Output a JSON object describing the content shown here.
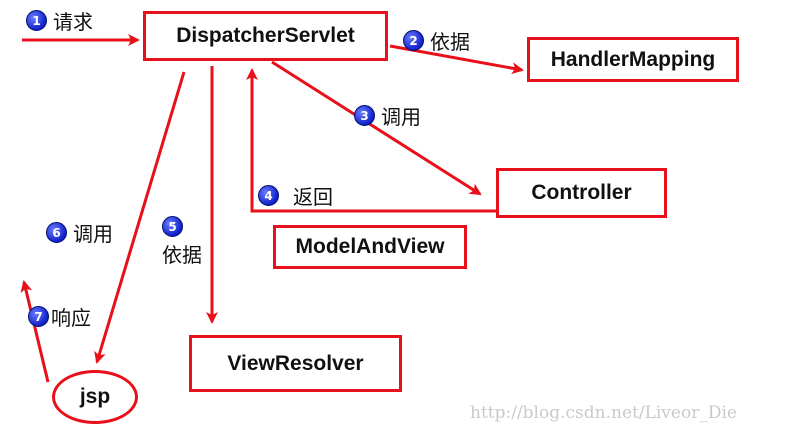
{
  "nodes": {
    "dispatcher": "DispatcherServlet",
    "handler_mapping": "HandlerMapping",
    "controller": "Controller",
    "model_and_view": "ModelAndView",
    "view_resolver": "ViewResolver",
    "jsp": "jsp"
  },
  "steps": [
    {
      "num": "1",
      "label": "请求"
    },
    {
      "num": "2",
      "label": "依据"
    },
    {
      "num": "3",
      "label": "调用"
    },
    {
      "num": "4",
      "label": "返回"
    },
    {
      "num": "5",
      "label": "依据"
    },
    {
      "num": "6",
      "label": "调用"
    },
    {
      "num": "7",
      "label": "响应"
    }
  ],
  "watermark": "http://blog.csdn.net/Liveor_Die",
  "colors": {
    "arrow": "#e8101a",
    "badge": "#1020c8"
  }
}
